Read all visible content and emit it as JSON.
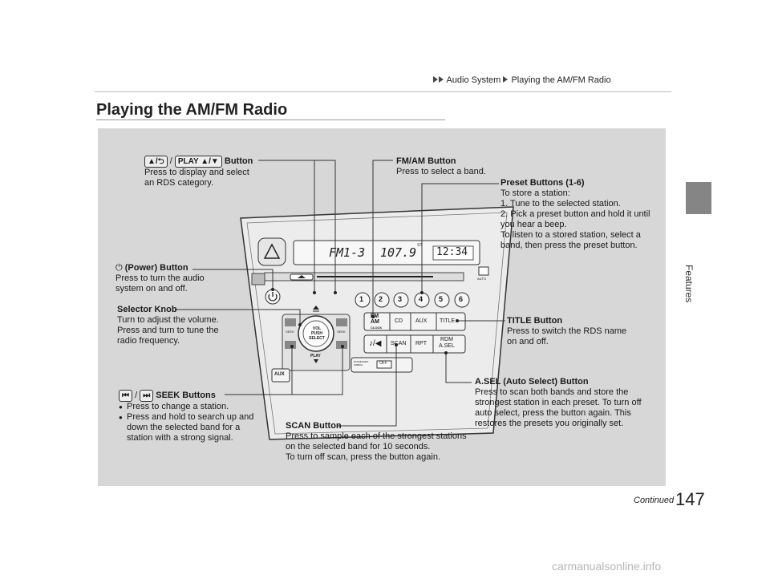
{
  "header": {
    "breadcrumb": [
      "Audio System",
      "Playing the AM/FM Radio"
    ]
  },
  "page": {
    "title": "Playing the AM/FM Radio",
    "side_label": "Features",
    "continued": "Continued",
    "page_number": "147",
    "watermark": "carmanualsonline.info"
  },
  "callouts": {
    "category_button": {
      "key1": "▲/⮌",
      "sep": "/",
      "key2": "PLAY ▲/▼",
      "title": "Button",
      "desc": "Press to display and select an RDS category."
    },
    "fm_am": {
      "title": "FM/AM Button",
      "desc": "Press to select a band."
    },
    "preset": {
      "title": "Preset Buttons (1-6)",
      "intro": "To store a station:",
      "step1": "1.  Tune to the selected station.",
      "step2": "2.  Pick a preset button and hold it until you hear a beep.",
      "outro": "To listen to a stored station, select a band, then press the preset button."
    },
    "power": {
      "title": "(Power) Button",
      "desc": "Press to turn the audio system on and off."
    },
    "selector": {
      "title": "Selector Knob",
      "desc1": "Turn to adjust the volume.",
      "desc2": "Press and turn to tune the radio frequency."
    },
    "title_btn": {
      "title": "TITLE Button",
      "desc": "Press to switch the RDS name on and off."
    },
    "seek": {
      "title": "SEEK Buttons",
      "sep": "/",
      "b1": "Press to change a station.",
      "b2": "Press and hold to search up and down the selected band for a station with a strong signal."
    },
    "asel": {
      "title": "A.SEL (Auto Select) Button",
      "desc": "Press to scan both bands and store the strongest station in each preset. To turn off auto select, press the button again. This restores the presets you originally set."
    },
    "scan": {
      "title": "SCAN Button",
      "desc1": "Press to sample each of the strongest stations on the selected band for 10 seconds.",
      "desc2": "To turn off scan, press the button again."
    }
  },
  "unit": {
    "display_band": "FM1-3",
    "display_freq": "107.9",
    "display_st": "ST",
    "display_clock": "12:34",
    "presets": [
      "1",
      "2",
      "3",
      "4",
      "5",
      "6"
    ],
    "btn_fm": "FM",
    "btn_am": "AM",
    "btn_clock": "CLOCK",
    "btn_cd": "CD",
    "btn_aux": "AUX",
    "btn_title": "TITLE",
    "btn_scan": "SCAN",
    "btn_rpt": "RPT",
    "btn_rdm": "RDM",
    "btn_asel": "A.SEL",
    "knob_vol": "VOL",
    "knob_push": "PUSH",
    "knob_select": "SELECT",
    "seek_left": "SEEK",
    "seek_right": "SEEK",
    "play": "PLAY",
    "aux_port": "AUX",
    "airbag": "PASSENGER AIRBAG",
    "airbag_status": "OFF",
    "disc_slot_label": "AUTO"
  }
}
